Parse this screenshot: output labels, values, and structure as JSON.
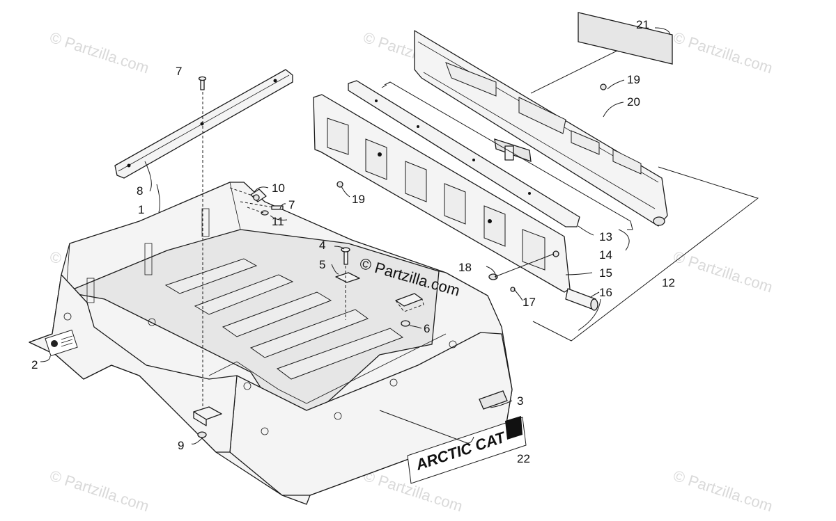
{
  "diagram": {
    "center_watermark": "© Partzilla.com",
    "watermark_text": "© Partzilla.com",
    "decal_text": "ARCTIC CAT",
    "callouts": [
      "1",
      "2",
      "3",
      "4",
      "5",
      "6",
      "7",
      "7",
      "8",
      "9",
      "10",
      "11",
      "12",
      "13",
      "14",
      "15",
      "16",
      "17",
      "18",
      "19",
      "19",
      "20",
      "21",
      "22"
    ]
  }
}
